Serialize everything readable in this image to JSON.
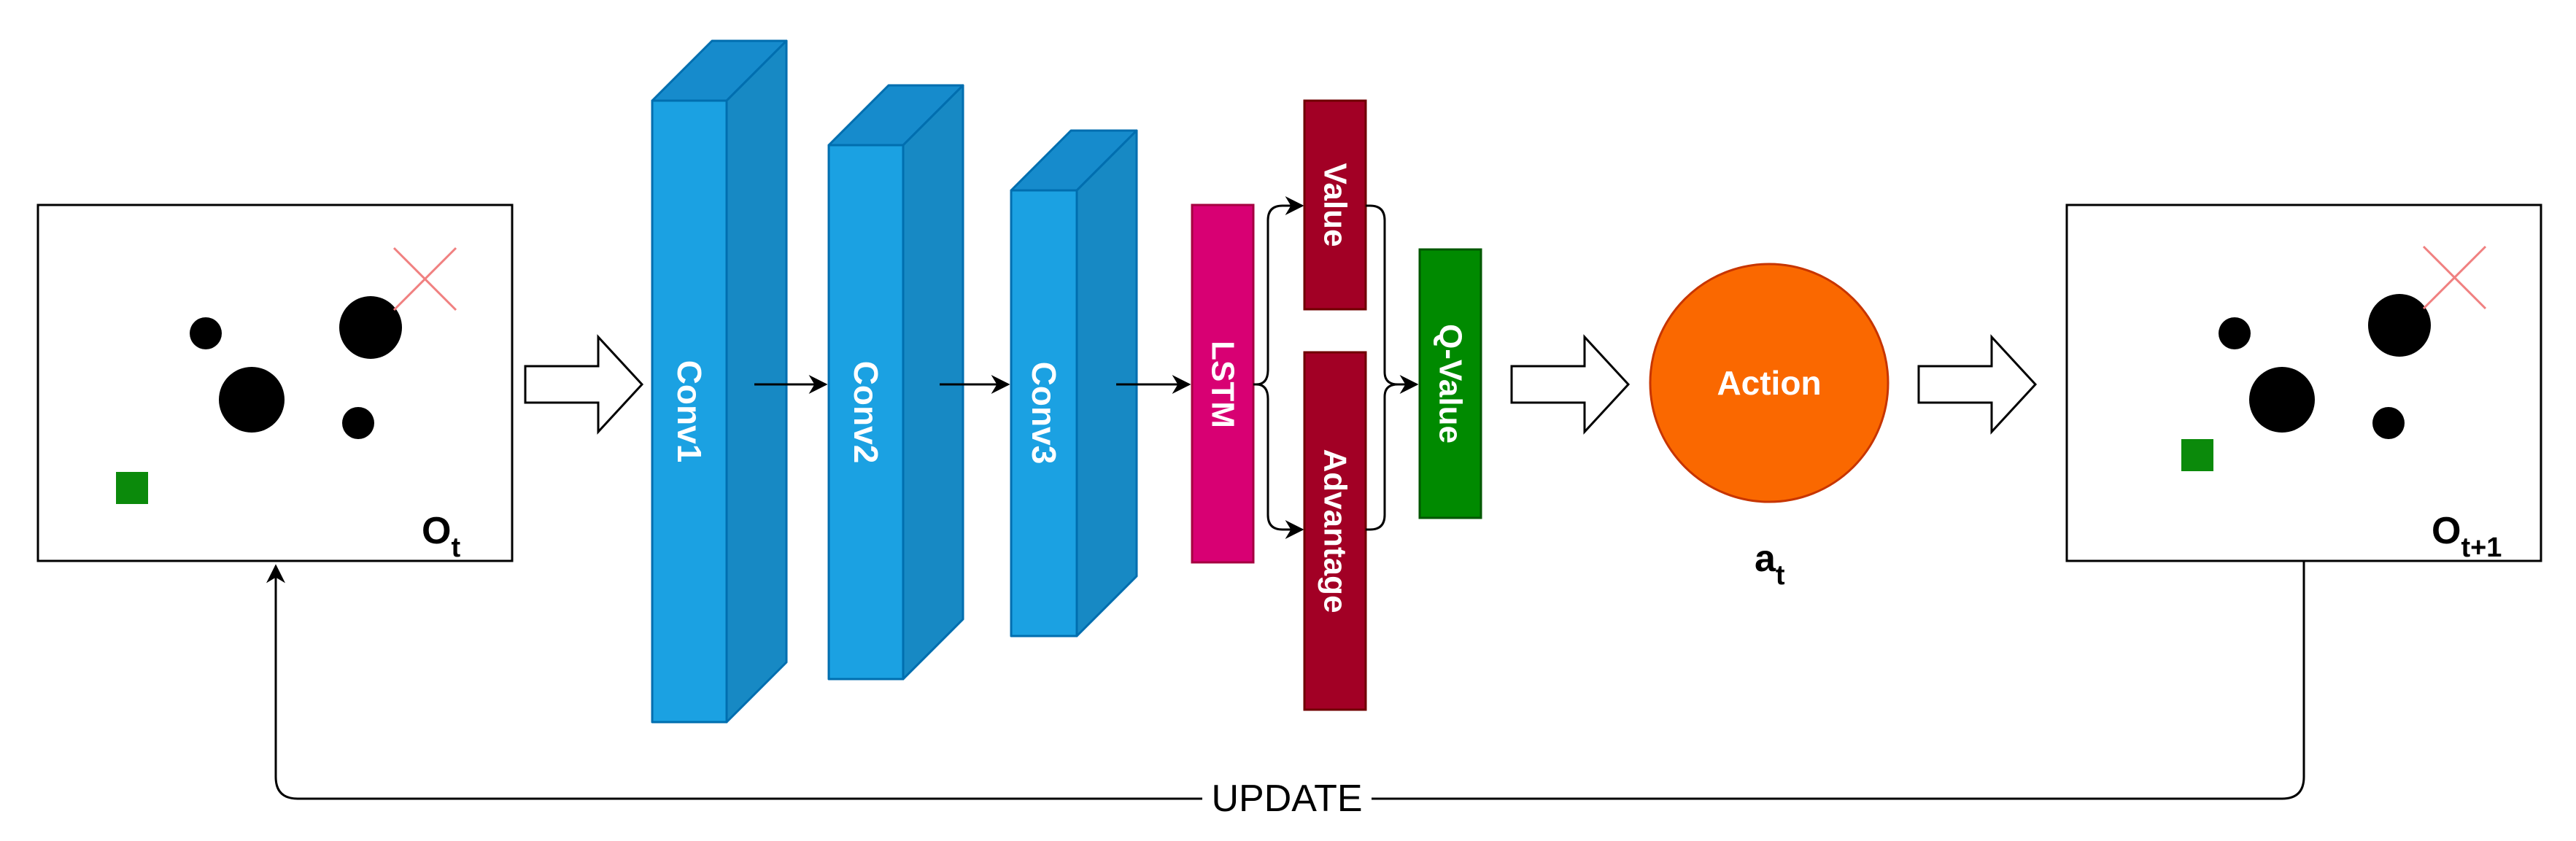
{
  "observation_left": {
    "label": "O",
    "sub": "t"
  },
  "observation_right": {
    "label": "O",
    "sub": "t+1"
  },
  "layers": {
    "conv1": "Conv1",
    "conv2": "Conv2",
    "conv3": "Conv3",
    "lstm": "LSTM",
    "value": "Value",
    "advantage": "Advantage",
    "qvalue": "Q-Value"
  },
  "action": {
    "label": "Action",
    "symbol": "a",
    "sub": "t"
  },
  "feedback_label": "UPDATE",
  "colors": {
    "conv_front": "#1ba1e2",
    "conv_side": "#1789c4",
    "conv_top": "#168bcc",
    "conv_stroke": "#006eaf",
    "lstm": "#d80073",
    "stream": "#a20025",
    "qvalue": "#008a00",
    "action": "#fa6800",
    "goal": "#0b8a0b",
    "target_cross": "#f08080"
  },
  "icons": [
    "hollow-arrow-icon",
    "target-cross-icon",
    "agent-square-icon",
    "obstacle-circle-icon"
  ]
}
